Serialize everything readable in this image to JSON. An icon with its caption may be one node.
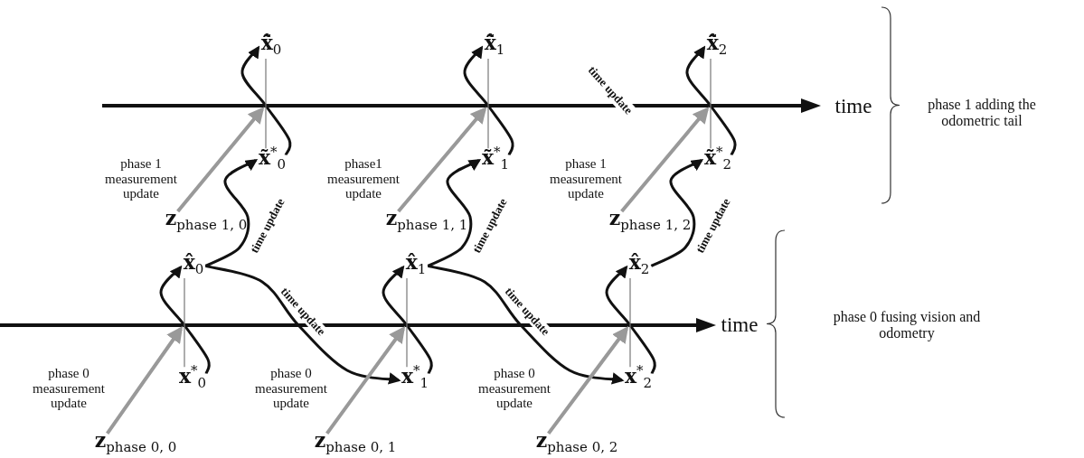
{
  "diagram": {
    "nodes": [
      {
        "text": [
          "**x̃̂**$_{0}$"
        ]
      },
      {
        "text": [
          "**x̃̂**$_{1}$"
        ]
      },
      {
        "text": [
          "**x̃̂**$_{2}$"
        ]
      },
      {
        "text": [
          "**x̃**$^{*}$$_{0}$"
        ]
      },
      {
        "text": [
          "**x̃**$^{*}$$_{1}$"
        ]
      },
      {
        "text": [
          "**x̃**$^{*}$$_{2}$"
        ]
      },
      {
        "text": [
          "**z**$_{phase 1, 0}$"
        ]
      },
      {
        "text": [
          "**z**$_{phase 1, 1}$"
        ]
      },
      {
        "text": [
          "**z**$_{phase 1, 2}$"
        ]
      },
      {
        "text": [
          "**x̂**$_{0}$"
        ]
      },
      {
        "text": [
          "**x̂**$_{1}$"
        ]
      },
      {
        "text": [
          "**x̂**$_{2}$"
        ]
      },
      {
        "text": [
          "**x**$^{*}$$_{0}$"
        ]
      },
      {
        "text": [
          "**x**$^{*}$$_{1}$"
        ]
      },
      {
        "text": [
          "**x**$^{*}$$_{2}$"
        ]
      },
      {
        "text": [
          "**z**$_{phase 0, 0}$"
        ]
      },
      {
        "text": [
          "**z**$_{phase 0, 1}$"
        ]
      },
      {
        "text": [
          "**z**$_{phase 0, 2}$"
        ]
      }
    ],
    "edges": [
      {
        "from": 12,
        "to": 9,
        "arrow": "to"
      },
      {
        "from": 13,
        "to": 10,
        "arrow": "to"
      },
      {
        "from": 14,
        "to": 11,
        "arrow": "to"
      },
      {
        "from": 9,
        "to": 13,
        "arrow": "to",
        "label": "time update"
      },
      {
        "from": 10,
        "to": 14,
        "arrow": "to",
        "label": "time update"
      },
      {
        "from": 9,
        "to": 3,
        "arrow": "to",
        "label": "time update"
      },
      {
        "from": 10,
        "to": 4,
        "arrow": "to",
        "label": "time update"
      },
      {
        "from": 11,
        "to": 5,
        "arrow": "to",
        "label": "time update"
      },
      {
        "from": 3,
        "to": 0,
        "arrow": "to"
      },
      {
        "from": 4,
        "to": 1,
        "arrow": "to"
      },
      {
        "from": 5,
        "to": 2,
        "arrow": "to"
      },
      {
        "from": 15,
        "to": 12,
        "arrow": "to",
        "label": "phase 0 measurement update",
        "color": "#999999"
      },
      {
        "from": 16,
        "to": 13,
        "arrow": "to",
        "label": "phase 0 measurement update",
        "color": "#999999"
      },
      {
        "from": 17,
        "to": 14,
        "arrow": "to",
        "label": "phase 0 measurement update",
        "color": "#999999"
      },
      {
        "from": 6,
        "to": 3,
        "arrow": "to",
        "label": "phase 1 measurement update",
        "color": "#999999"
      },
      {
        "from": 7,
        "to": 4,
        "arrow": "to",
        "label": "phase1 measurement update",
        "color": "#999999"
      },
      {
        "from": 8,
        "to": 5,
        "arrow": "to",
        "label": "phase 1 measurement update",
        "color": "#999999"
      },
      {
        "from": 9,
        "to": 12,
        "arrow": "none",
        "color": "#777777"
      },
      {
        "from": 10,
        "to": 13,
        "arrow": "none",
        "color": "#777777"
      },
      {
        "from": 11,
        "to": 14,
        "arrow": "none",
        "color": "#777777"
      },
      {
        "from": 0,
        "to": 3,
        "arrow": "none",
        "color": "#777777"
      },
      {
        "from": 1,
        "to": 4,
        "arrow": "none",
        "color": "#777777"
      },
      {
        "from": 2,
        "to": 5,
        "arrow": "none",
        "color": "#777777"
      }
    ],
    "labels": [
      "time update",
      "time",
      "phase 1 adding the odometric tail",
      "time",
      "phase 0 fusing vision and odometry"
    ]
  }
}
